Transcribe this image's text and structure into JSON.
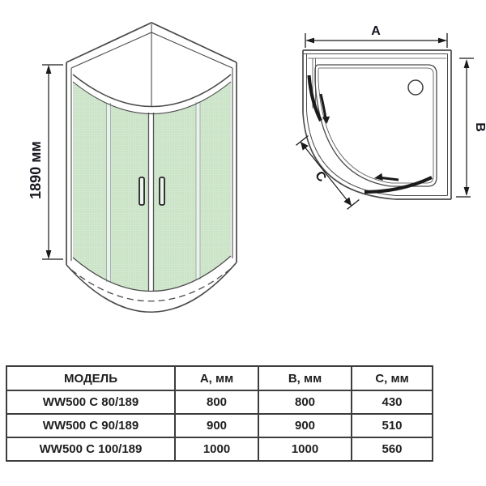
{
  "front_view": {
    "height_dimension": "1890 мм"
  },
  "top_view": {
    "dim_a_label": "A",
    "dim_b_label": "B",
    "dim_c_label": "C"
  },
  "spec_table": {
    "headers": [
      "МОДЕЛЬ",
      "A, мм",
      "B, мм",
      "C, мм"
    ],
    "rows": [
      {
        "model": "WW500 C 80/189",
        "a": "800",
        "b": "800",
        "c": "430"
      },
      {
        "model": "WW500 C 90/189",
        "a": "900",
        "b": "900",
        "c": "510"
      },
      {
        "model": "WW500 C 100/189",
        "a": "1000",
        "b": "1000",
        "c": "560"
      }
    ]
  },
  "colors": {
    "glass_green": "#d2e7cf",
    "glass_dot_green": "#b7d7b2",
    "line_gray": "#4a4a4a",
    "accent_black": "#1a1a1a"
  }
}
